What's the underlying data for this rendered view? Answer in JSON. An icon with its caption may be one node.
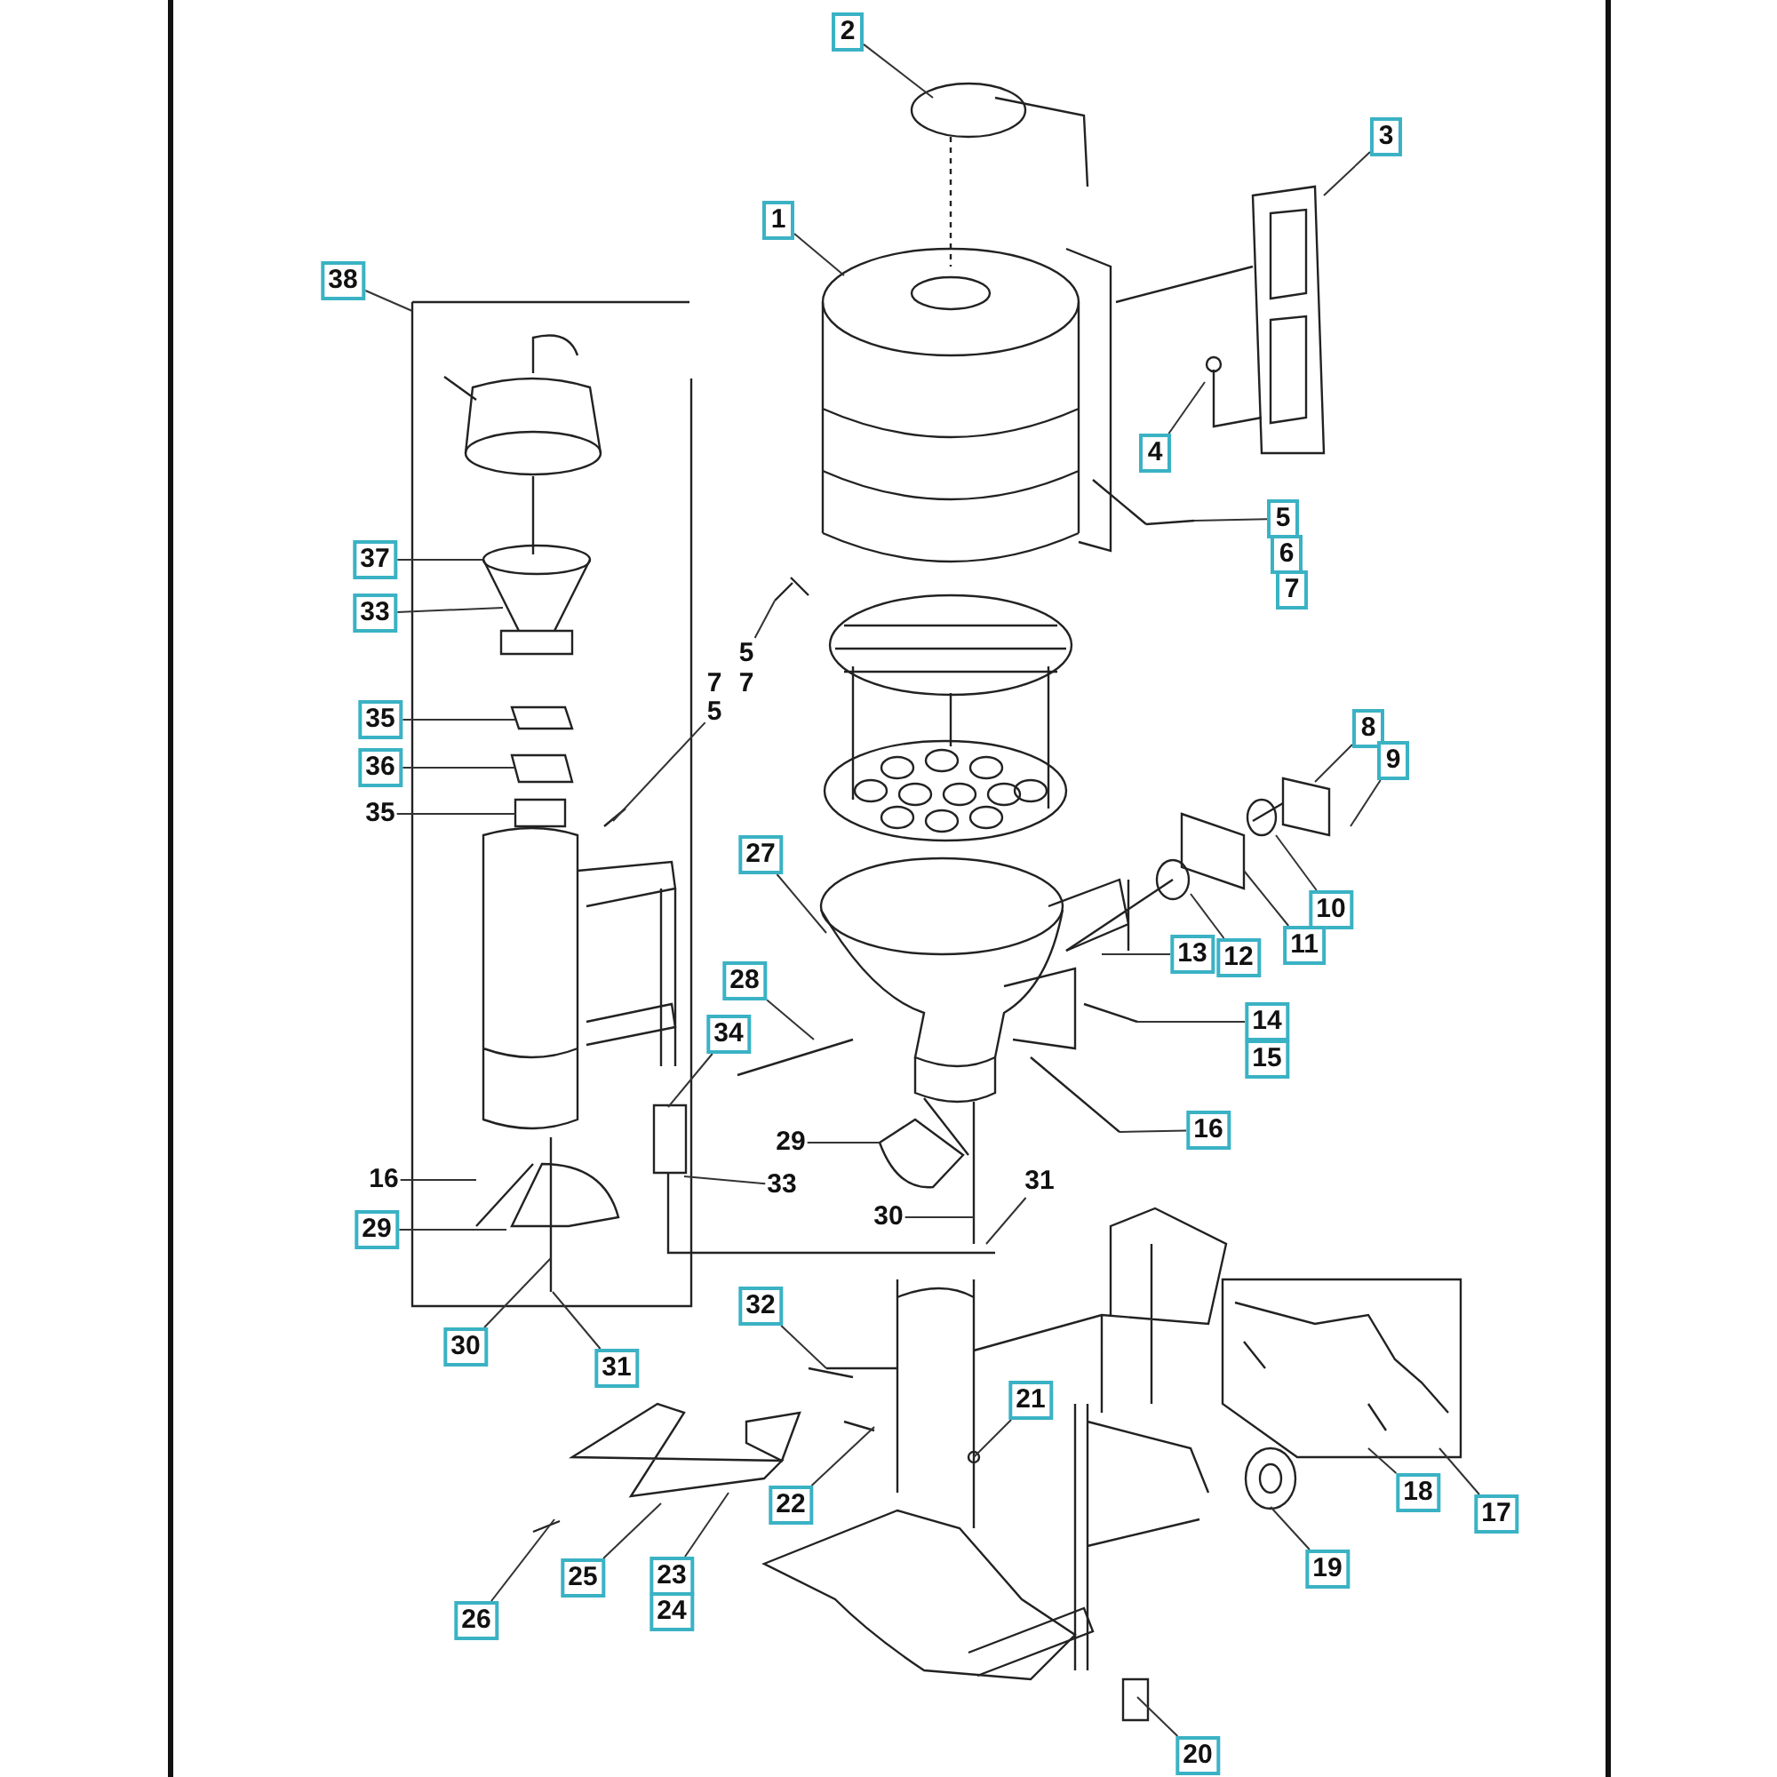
{
  "diagram": {
    "nodes": [
      {
        "text": [
          "38"
        ]
      },
      {
        "text": [
          "37"
        ]
      },
      {
        "text": [
          "33"
        ]
      },
      {
        "text": [
          "35"
        ]
      },
      {
        "text": [
          "36"
        ]
      },
      {
        "text": [
          "35"
        ]
      },
      {
        "text": [
          "7"
        ]
      },
      {
        "text": [
          "5"
        ]
      },
      {
        "text": [
          "5"
        ]
      },
      {
        "text": [
          "7"
        ]
      },
      {
        "text": [
          "16"
        ]
      },
      {
        "text": [
          "29"
        ]
      },
      {
        "text": [
          "30"
        ]
      },
      {
        "text": [
          "31"
        ]
      },
      {
        "text": [
          "34"
        ]
      },
      {
        "text": [
          "33"
        ]
      },
      {
        "text": [
          "2"
        ]
      },
      {
        "text": [
          "1"
        ]
      },
      {
        "text": [
          "3"
        ]
      },
      {
        "text": [
          "4"
        ]
      },
      {
        "text": [
          "5"
        ]
      },
      {
        "text": [
          "6"
        ]
      },
      {
        "text": [
          "7"
        ]
      },
      {
        "text": [
          "8"
        ]
      },
      {
        "text": [
          "9"
        ]
      },
      {
        "text": [
          "10"
        ]
      },
      {
        "text": [
          "11"
        ]
      },
      {
        "text": [
          "12"
        ]
      },
      {
        "text": [
          "13"
        ]
      },
      {
        "text": [
          "14"
        ]
      },
      {
        "text": [
          "15"
        ]
      },
      {
        "text": [
          "16"
        ]
      },
      {
        "text": [
          "27"
        ]
      },
      {
        "text": [
          "28"
        ]
      },
      {
        "text": [
          "29"
        ]
      },
      {
        "text": [
          "30"
        ]
      },
      {
        "text": [
          "31"
        ]
      },
      {
        "text": [
          "32"
        ]
      },
      {
        "text": [
          "21"
        ]
      },
      {
        "text": [
          "22"
        ]
      },
      {
        "text": [
          "23"
        ]
      },
      {
        "text": [
          "24"
        ]
      },
      {
        "text": [
          "25"
        ]
      },
      {
        "text": [
          "26"
        ]
      },
      {
        "text": [
          "18"
        ]
      },
      {
        "text": [
          "17"
        ]
      },
      {
        "text": [
          "19"
        ]
      },
      {
        "text": [
          "20"
        ]
      }
    ],
    "edges": [
      {
        "from": 0,
        "to": null,
        "arrow": "none"
      },
      {
        "from": 1,
        "to": null,
        "arrow": "none"
      },
      {
        "from": 2,
        "to": null,
        "arrow": "none"
      },
      {
        "from": 3,
        "to": null,
        "arrow": "none"
      },
      {
        "from": 4,
        "to": null,
        "arrow": "none"
      },
      {
        "from": 5,
        "to": null,
        "arrow": "none"
      },
      {
        "from": 7,
        "to": null,
        "arrow": "none"
      },
      {
        "from": 8,
        "to": null,
        "arrow": "none"
      },
      {
        "from": 10,
        "to": null,
        "arrow": "none"
      },
      {
        "from": 11,
        "to": null,
        "arrow": "none"
      },
      {
        "from": 12,
        "to": null,
        "arrow": "none"
      },
      {
        "from": 13,
        "to": null,
        "arrow": "none"
      },
      {
        "from": 14,
        "to": null,
        "arrow": "none"
      },
      {
        "from": 15,
        "to": null,
        "arrow": "none"
      },
      {
        "from": 16,
        "to": null,
        "arrow": "none"
      },
      {
        "from": 17,
        "to": null,
        "arrow": "none"
      },
      {
        "from": 18,
        "to": null,
        "arrow": "none"
      },
      {
        "from": 19,
        "to": null,
        "arrow": "none"
      },
      {
        "from": 20,
        "to": null,
        "arrow": "none"
      },
      {
        "from": 23,
        "to": null,
        "arrow": "none"
      },
      {
        "from": 24,
        "to": null,
        "arrow": "none"
      },
      {
        "from": 25,
        "to": null,
        "arrow": "none"
      },
      {
        "from": 26,
        "to": null,
        "arrow": "none"
      },
      {
        "from": 27,
        "to": null,
        "arrow": "none"
      },
      {
        "from": 28,
        "to": null,
        "arrow": "none"
      },
      {
        "from": 29,
        "to": null,
        "arrow": "none"
      },
      {
        "from": 31,
        "to": null,
        "arrow": "none"
      },
      {
        "from": 32,
        "to": null,
        "arrow": "none"
      },
      {
        "from": 33,
        "to": null,
        "arrow": "none"
      },
      {
        "from": 34,
        "to": null,
        "arrow": "none"
      },
      {
        "from": 35,
        "to": null,
        "arrow": "none"
      },
      {
        "from": 36,
        "to": null,
        "arrow": "none"
      },
      {
        "from": 37,
        "to": null,
        "arrow": "none"
      },
      {
        "from": 38,
        "to": null,
        "arrow": "none"
      },
      {
        "from": 39,
        "to": null,
        "arrow": "none"
      },
      {
        "from": 40,
        "to": null,
        "arrow": "none"
      },
      {
        "from": 42,
        "to": null,
        "arrow": "none"
      },
      {
        "from": 43,
        "to": null,
        "arrow": "none"
      },
      {
        "from": 44,
        "to": null,
        "arrow": "none"
      },
      {
        "from": 45,
        "to": null,
        "arrow": "none"
      },
      {
        "from": 46,
        "to": null,
        "arrow": "none"
      },
      {
        "from": 47,
        "to": null,
        "arrow": "none"
      }
    ]
  }
}
